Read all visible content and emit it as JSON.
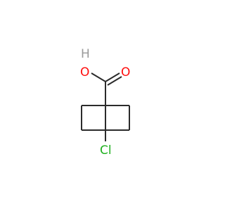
{
  "molecule": {
    "atoms": {
      "hydrogen": "H",
      "hydroxyl_oxygen": "O",
      "carbonyl_oxygen": "O",
      "chlorine": "Cl"
    },
    "colors": {
      "bond": "#2b2b2b",
      "oxygen": "#ff0d0d",
      "hydrogen": "#9a9a9a",
      "chlorine": "#1fb01f"
    }
  }
}
